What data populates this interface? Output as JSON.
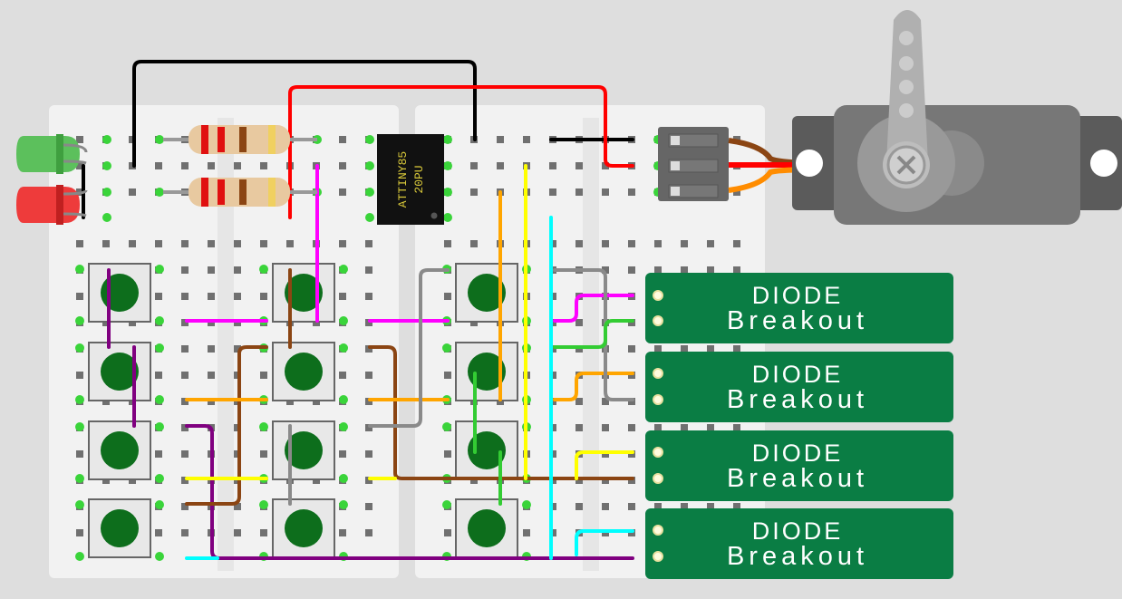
{
  "chip": {
    "line1": "ATTINY85",
    "line2": "20PU"
  },
  "diode_breakouts": [
    {
      "line1": "DIODE",
      "line2": "Breakout"
    },
    {
      "line1": "DIODE",
      "line2": "Breakout"
    },
    {
      "line1": "DIODE",
      "line2": "Breakout"
    },
    {
      "line1": "DIODE",
      "line2": "Breakout"
    }
  ],
  "colors": {
    "background": "#dedede",
    "breadboard": "#f2f2f2",
    "diode_board": "#0a7d44",
    "button_cap": "#0d6e1c",
    "wire_black": "#000000",
    "wire_red": "#ff0000",
    "wire_magenta": "#ff00ff",
    "wire_purple": "#800080",
    "wire_brown": "#8b4513",
    "wire_orange": "#ffa500",
    "wire_yellow": "#ffff00",
    "wire_cyan": "#00ffff",
    "wire_gray": "#8a8a8a",
    "wire_green": "#33cc33"
  },
  "components": [
    "green-led",
    "red-led",
    "resistor",
    "resistor",
    "attiny85-chip",
    "servo-motor",
    "servo-connector",
    "push-button"
  ]
}
